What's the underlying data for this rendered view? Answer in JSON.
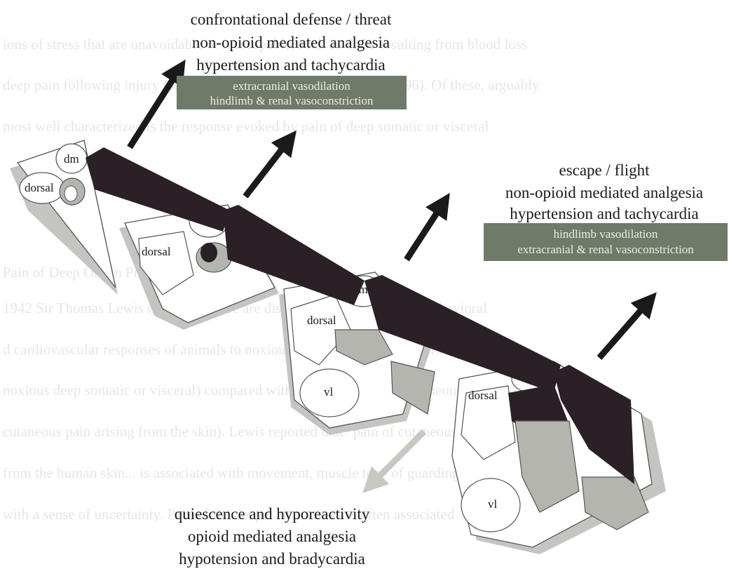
{
  "background_text": [
    "ions of stress that are unavoidable or inescapable, such as those resulting from blood loss",
    "deep pain following injury (see Bandler and Shipley and Bandler 1996). Of these, arguably",
    "most well characterized is the response evoked by pain of deep somatic or visceral",
    "",
    "",
    "Pain of Deep Origin Produces a Quiescent State",
    "1942 Sir Thomas Lewis noted that there are distinct differences in both behavioral",
    "d cardiovascular responses of animals to noxious stimuli of deep origin (i.e.,",
    "noxious deep somatic or visceral) compared with that of superficial cutaneous pain (i.e.,",
    "cutaneous pain arising from the skin). Lewis reported that \"pain of cutaneous origin derived",
    "from the human skin... is associated with movement, muscle tone of guarding, and",
    "with a sense of uncertainty. Pain of the deeper structures are often associated"
  ],
  "responses": {
    "top": {
      "title": "confrontational defense / threat",
      "line2": "non-opioid mediated analgesia",
      "line3": "hypertension and tachycardia",
      "box_line1": "extracranial vasodilation",
      "box_line2": "hindlimb & renal vasoconstriction"
    },
    "right": {
      "title": "escape / flight",
      "line2": "non-opioid mediated analgesia",
      "line3": "hypertension and tachycardia",
      "box_line1": "hindlimb vasodilation",
      "box_line2": "extracranial & renal vasoconstriction"
    },
    "bottom": {
      "title": "quiescence and hyporeactivity",
      "line2": "opioid mediated analgesia",
      "line3": "hypotension and bradycardia"
    }
  },
  "regions": {
    "dm": "dm",
    "dorsal": "dorsal",
    "vl": "vl"
  },
  "colors": {
    "column_dark": "#2a2025",
    "column_gray": "#b3b5ae",
    "shadow": "#c4c5c0",
    "box": "#6f7a68",
    "box_text": "#e9eee6",
    "arrow_dark": "#1a1a1a",
    "arrow_light": "#c7c8c2"
  }
}
